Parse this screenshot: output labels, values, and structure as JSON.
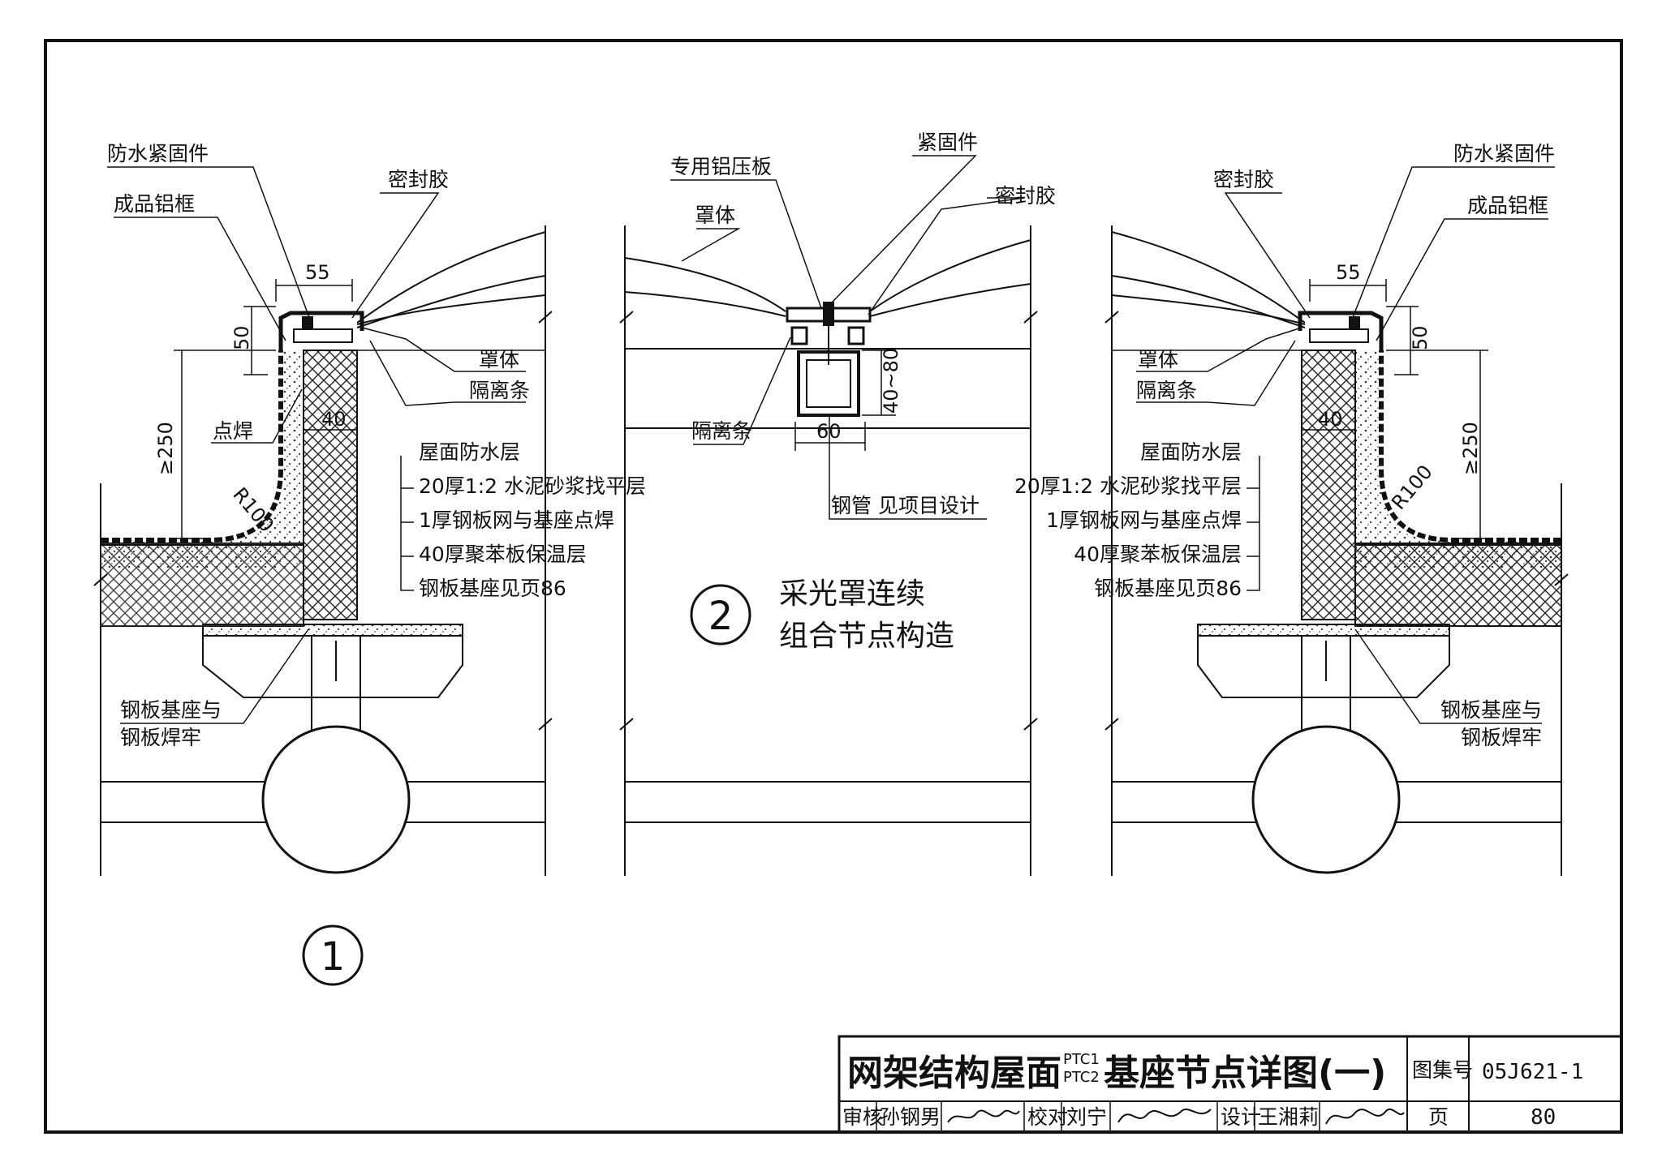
{
  "detail1": {
    "labels": {
      "fasteners": "防水紧固件",
      "alu_frame": "成品铝框",
      "sealant": "密封胶",
      "cover": "罩体",
      "spacer": "隔离条",
      "spot_weld": "点焊",
      "roof_waterproof": "屋面防水层",
      "mortar": "20厚1:2 水泥砂浆找平层",
      "mesh": "1厚钢板网与基座点焊",
      "insulation": "40厚聚苯板保温层",
      "base": "钢板基座见页86",
      "weld_note_1": "钢板基座与",
      "weld_note_2": "钢板焊牢"
    },
    "dims": {
      "d55": "55",
      "d50": "50",
      "d40": "40",
      "d250": "≥250",
      "r100": "R100"
    },
    "number": "1"
  },
  "detail2": {
    "labels": {
      "alu_plate": "专用铝压板",
      "fastener": "紧固件",
      "cover": "罩体",
      "sealant": "密封胶",
      "spacer": "隔离条",
      "steel_tube": "钢管 见项目设计"
    },
    "dims": {
      "d60": "60",
      "d4080": "40~80"
    },
    "number": "2",
    "title_line1": "采光罩连续",
    "title_line2": "组合节点构造"
  },
  "detail3": {
    "labels": {
      "fasteners": "防水紧固件",
      "alu_frame": "成品铝框",
      "sealant": "密封胶",
      "cover": "罩体",
      "spacer": "隔离条",
      "roof_waterproof": "屋面防水层",
      "mortar": "20厚1:2 水泥砂浆找平层",
      "mesh": "1厚钢板网与基座点焊",
      "insulation": "40厚聚苯板保温层",
      "base": "钢板基座见页86",
      "weld_note_1": "钢板基座与",
      "weld_note_2": "钢板焊牢"
    },
    "dims": {
      "d55": "55",
      "d50": "50",
      "d40": "40",
      "d250": "≥250",
      "r100": "R100"
    }
  },
  "title_block": {
    "title_prefix": "网架结构屋面",
    "sup": "PTC1",
    "sub": "PTC2",
    "title_suffix": "基座节点详图(一)",
    "atlas_label": "图集号",
    "atlas_no": "05J621-1",
    "review_label": "审核",
    "reviewer": "孙钢男",
    "check_label": "校对",
    "checker": "刘宁",
    "design_label": "设计",
    "designer": "王湘莉",
    "page_label": "页",
    "page_no": "80"
  }
}
